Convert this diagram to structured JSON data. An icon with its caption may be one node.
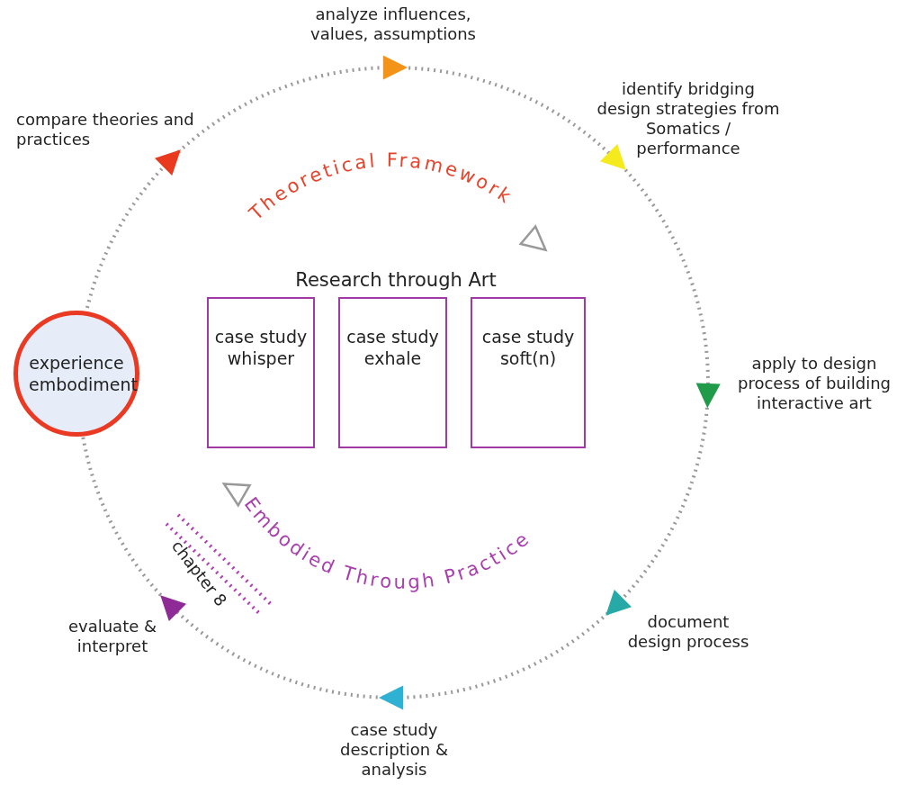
{
  "diagram": {
    "nodes": [
      {
        "text": [
          "experience embodiment"
        ]
      },
      {
        "text": [
          "case study whisper"
        ]
      },
      {
        "text": [
          "case study exhale"
        ]
      },
      {
        "text": [
          "case study soft(n)"
        ]
      }
    ],
    "labels": [
      "analyze influences, values, assumptions",
      "compare theories and practices",
      "identify bridging design strategies from Somatics / performance",
      "Theoretical Framework",
      "Research through Art",
      "apply to design process of building interactive art",
      "Embodied Through Practice",
      "chapter 8",
      "document design process",
      "evaluate & interpret",
      "case study description & analysis"
    ]
  }
}
